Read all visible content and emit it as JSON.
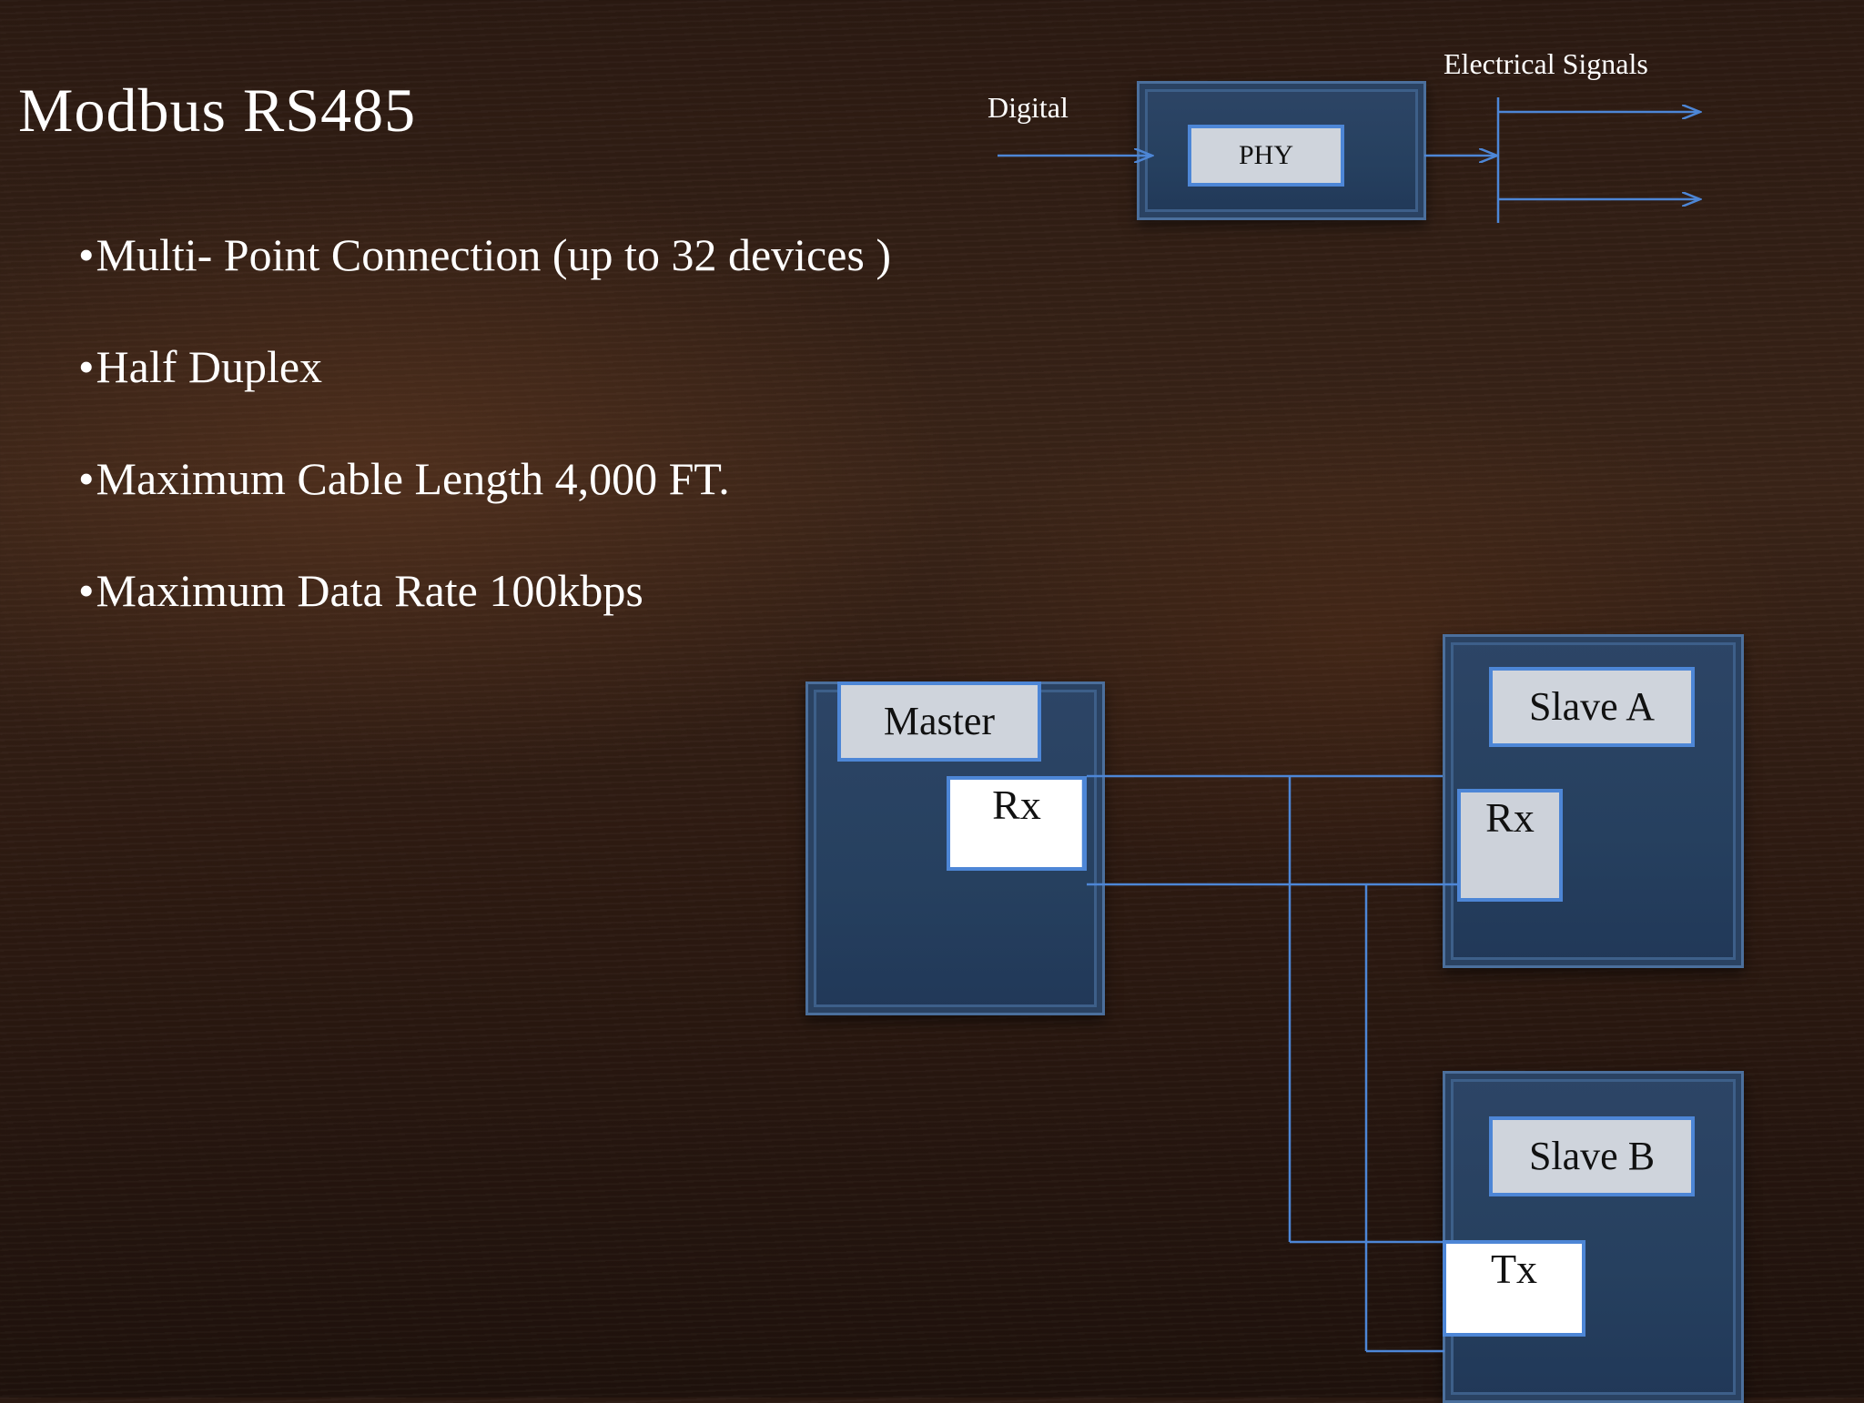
{
  "title": "Modbus RS485",
  "bullets": [
    "Multi- Point Connection  (up to 32 devices )",
    "Half Duplex",
    "Maximum Cable Length  4,000 FT.",
    "Maximum Data Rate 100kbps"
  ],
  "bullet_symbol": "•",
  "phy_diagram": {
    "input_label": "Digital",
    "block_label": "PHY",
    "output_label": "Electrical Signals"
  },
  "network_diagram": {
    "master": {
      "label": "Master",
      "port": "Rx"
    },
    "slave_a": {
      "label": "Slave A",
      "port": "Rx"
    },
    "slave_b": {
      "label": "Slave B",
      "port": "Tx"
    }
  },
  "colors": {
    "wire": "#4d86d6",
    "device_fill": "#2d4566",
    "chip_fill": "#cfd4dc",
    "text": "#ffffff"
  }
}
